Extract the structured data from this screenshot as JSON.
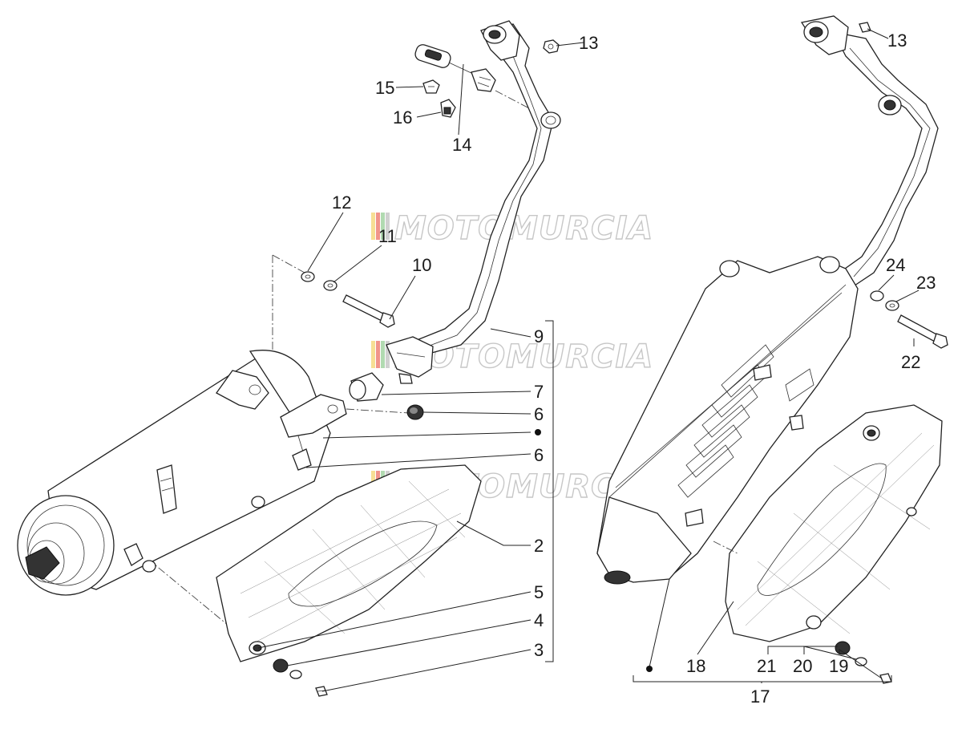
{
  "watermark": {
    "text": "MOTOMURCIA",
    "stripe_colors": [
      "#f2c94c",
      "#e74c3c",
      "#7dc27d",
      "#b0b0b0"
    ]
  },
  "callouts": {
    "n2": "2",
    "n3": "3",
    "n4": "4",
    "n5": "5",
    "n6a": "6",
    "n6b": "6",
    "n7": "7",
    "n9": "9",
    "n10": "10",
    "n11": "11",
    "n12": "12",
    "n13a": "13",
    "n13b": "13",
    "n14": "14",
    "n15": "15",
    "n16": "16",
    "n17": "17",
    "n18": "18",
    "n19": "19",
    "n20": "20",
    "n21": "21",
    "n22": "22",
    "n23": "23",
    "n24": "24"
  }
}
